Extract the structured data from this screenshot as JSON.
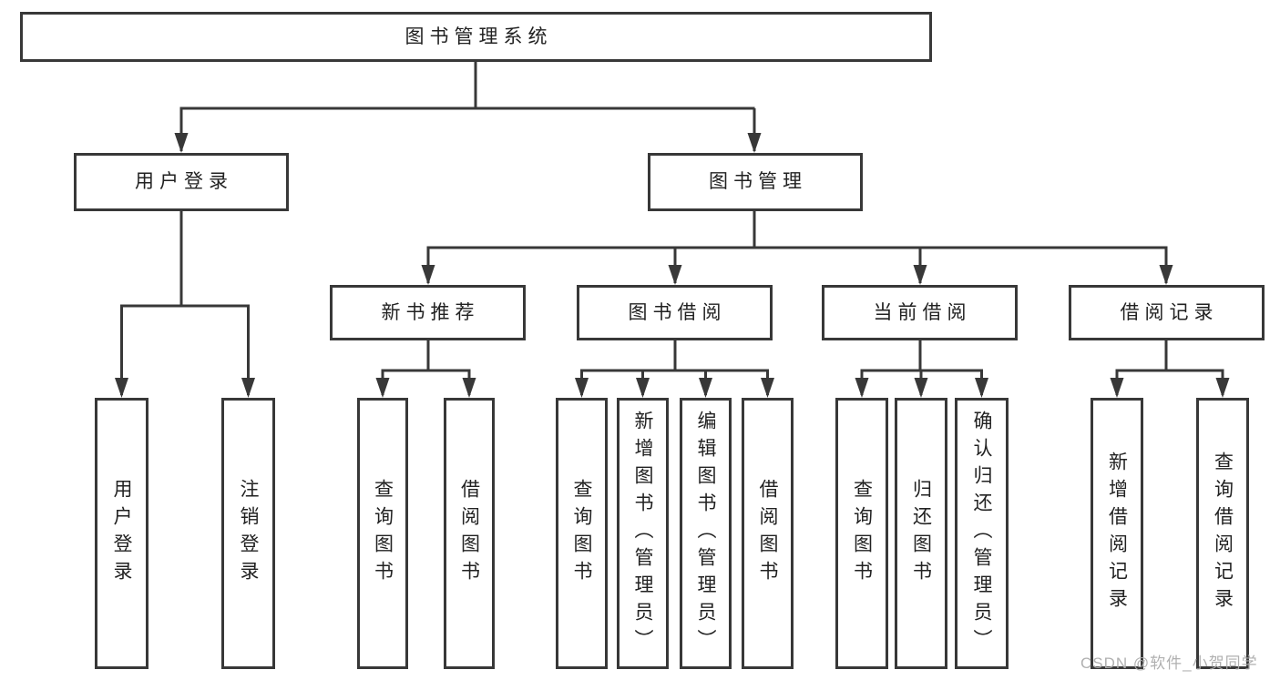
{
  "tree": {
    "root": {
      "label": "图书管理系统",
      "children": [
        {
          "label": "用户登录",
          "children": [
            {
              "label": "用户登录"
            },
            {
              "label": "注销登录"
            }
          ]
        },
        {
          "label": "图书管理",
          "children": [
            {
              "label": "新书推荐",
              "children": [
                {
                  "label": "查询图书"
                },
                {
                  "label": "借阅图书"
                }
              ]
            },
            {
              "label": "图书借阅",
              "children": [
                {
                  "label": "查询图书"
                },
                {
                  "label": "新增图书（管理员）"
                },
                {
                  "label": "编辑图书（管理员）"
                },
                {
                  "label": "借阅图书"
                }
              ]
            },
            {
              "label": "当前借阅",
              "children": [
                {
                  "label": "查询图书"
                },
                {
                  "label": "归还图书"
                },
                {
                  "label": "确认归还（管理员）"
                }
              ]
            },
            {
              "label": "借阅记录",
              "children": [
                {
                  "label": "新增借阅记录"
                },
                {
                  "label": "查询借阅记录"
                }
              ]
            }
          ]
        }
      ]
    }
  },
  "watermark": {
    "text": "CSDN @软件_小贺同学"
  },
  "colors": {
    "line": "#383838",
    "text": "#222222",
    "watermark": "#acacac",
    "background": "#ffffff"
  }
}
